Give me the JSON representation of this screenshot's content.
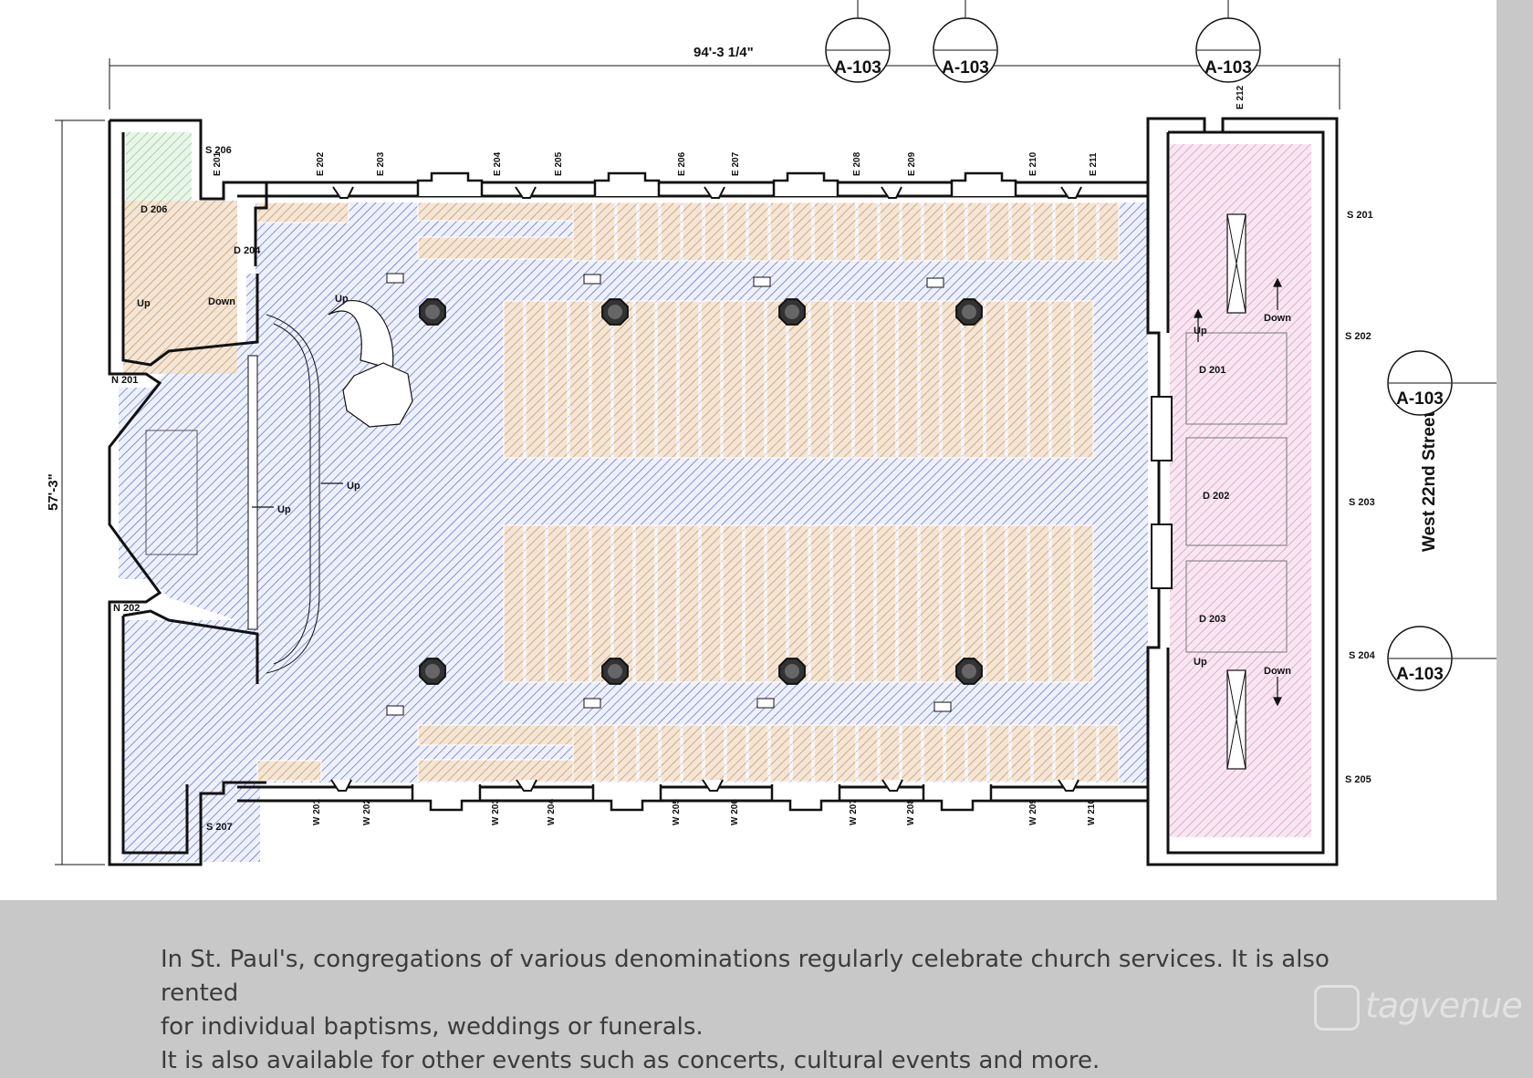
{
  "plan": {
    "dimension_width": "94'-3 1/4\"",
    "dimension_height": "57'-3\"",
    "street_label": "West 22nd Street",
    "section_tags": [
      "A-103",
      "A-103",
      "A-103",
      "A-103",
      "A-103"
    ],
    "windows_east": [
      "E 201",
      "E 202",
      "E 203",
      "E 204",
      "E 205",
      "E 206",
      "E 207",
      "E 208",
      "E 209",
      "E 210",
      "E 211",
      "E 212"
    ],
    "windows_west": [
      "W 201",
      "W 202",
      "W 203",
      "W 204",
      "W 205",
      "W 206",
      "W 207",
      "W 208",
      "W 209",
      "W 210"
    ],
    "windows_south": [
      "S 201",
      "S 202",
      "S 203",
      "S 204",
      "S 205",
      "S 206",
      "S 207"
    ],
    "windows_north": [
      "N 201",
      "N 202"
    ],
    "doors": [
      "D 201",
      "D 202",
      "D 203",
      "D 204",
      "D 206"
    ],
    "stair_labels": {
      "up": "Up",
      "down": "Down"
    },
    "colors": {
      "nave": "#5a6fc4",
      "pews": "#c99a6a",
      "stair_hall": "#d08ab0",
      "restroom": "#7fbf7f"
    }
  },
  "caption": {
    "line1": "In St. Paul's, congregations of various denominations regularly celebrate church services. It is also rented",
    "line2": "for individual baptisms, weddings or funerals.",
    "line3": "It is also available for other events such as concerts, cultural events and more."
  },
  "watermark": "tagvenue"
}
